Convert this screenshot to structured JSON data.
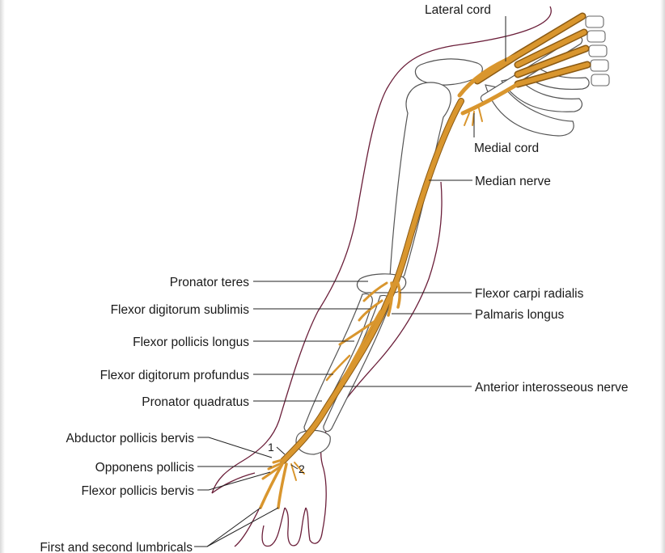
{
  "labels": {
    "lateral_cord": "Lateral cord",
    "medial_cord": "Medial cord",
    "median_nerve": "Median nerve",
    "pronator_teres": "Pronator teres",
    "flexor_digitorum_sublimis": "Flexor digitorum sublimis",
    "flexor_pollicis_longus": "Flexor pollicis longus",
    "flexor_digitorum_profundus": "Flexor digitorum profundus",
    "pronator_quadratus": "Pronator quadratus",
    "abductor_pollicis_bervis": "Abductor pollicis bervis",
    "opponens_pollicis": "Opponens pollicis",
    "flexor_pollicis_bervis": "Flexor pollicis bervis",
    "first_second_lumbricals": "First and second lumbricals",
    "flexor_carpi_radialis": "Flexor carpi radialis",
    "palmaris_longus": "Palmaris longus",
    "anterior_interosseous_nerve": "Anterior interosseous nerve",
    "lumbrical_1": "1",
    "lumbrical_2": "2"
  },
  "colors": {
    "nerve": "#d9962e",
    "skin_outline": "#6b1f3a",
    "bone_outline": "#555555"
  }
}
